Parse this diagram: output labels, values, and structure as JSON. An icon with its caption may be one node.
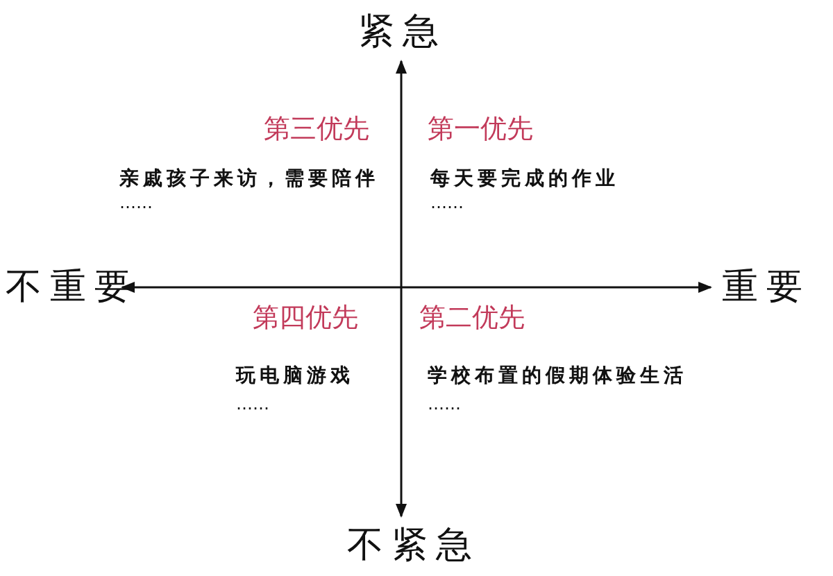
{
  "diagram": {
    "labels": [
      "紧急",
      "第三优先",
      "第一优先",
      "亲戚孩子来访，需要陪伴",
      "……",
      "每天要完成的作业",
      "……",
      "不重要",
      "重要",
      "第四优先",
      "第二优先",
      "玩电脑游戏",
      "……",
      "学校布置的假期体验生活",
      "……",
      "不紧急"
    ]
  }
}
